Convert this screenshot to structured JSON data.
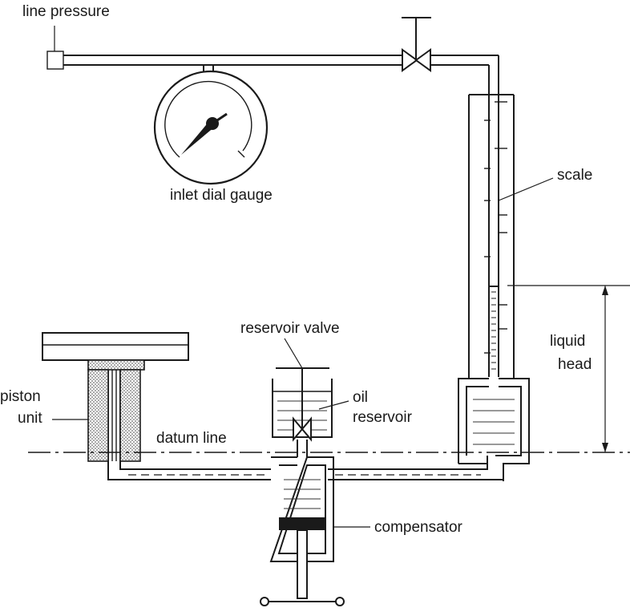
{
  "labels": {
    "line_pressure": "line pressure",
    "inlet_dial_gauge": "inlet dial gauge",
    "scale": "scale",
    "liquid_head_1": "liquid",
    "liquid_head_2": "head",
    "reservoir_valve": "reservoir valve",
    "oil_reservoir_1": "oil",
    "oil_reservoir_2": "reservoir",
    "piston_unit_1": "piston",
    "piston_unit_2": "unit",
    "datum_line": "datum line",
    "compensator": "compensator"
  },
  "colors": {
    "ink": "#1a1a1a",
    "background": "#ffffff"
  }
}
